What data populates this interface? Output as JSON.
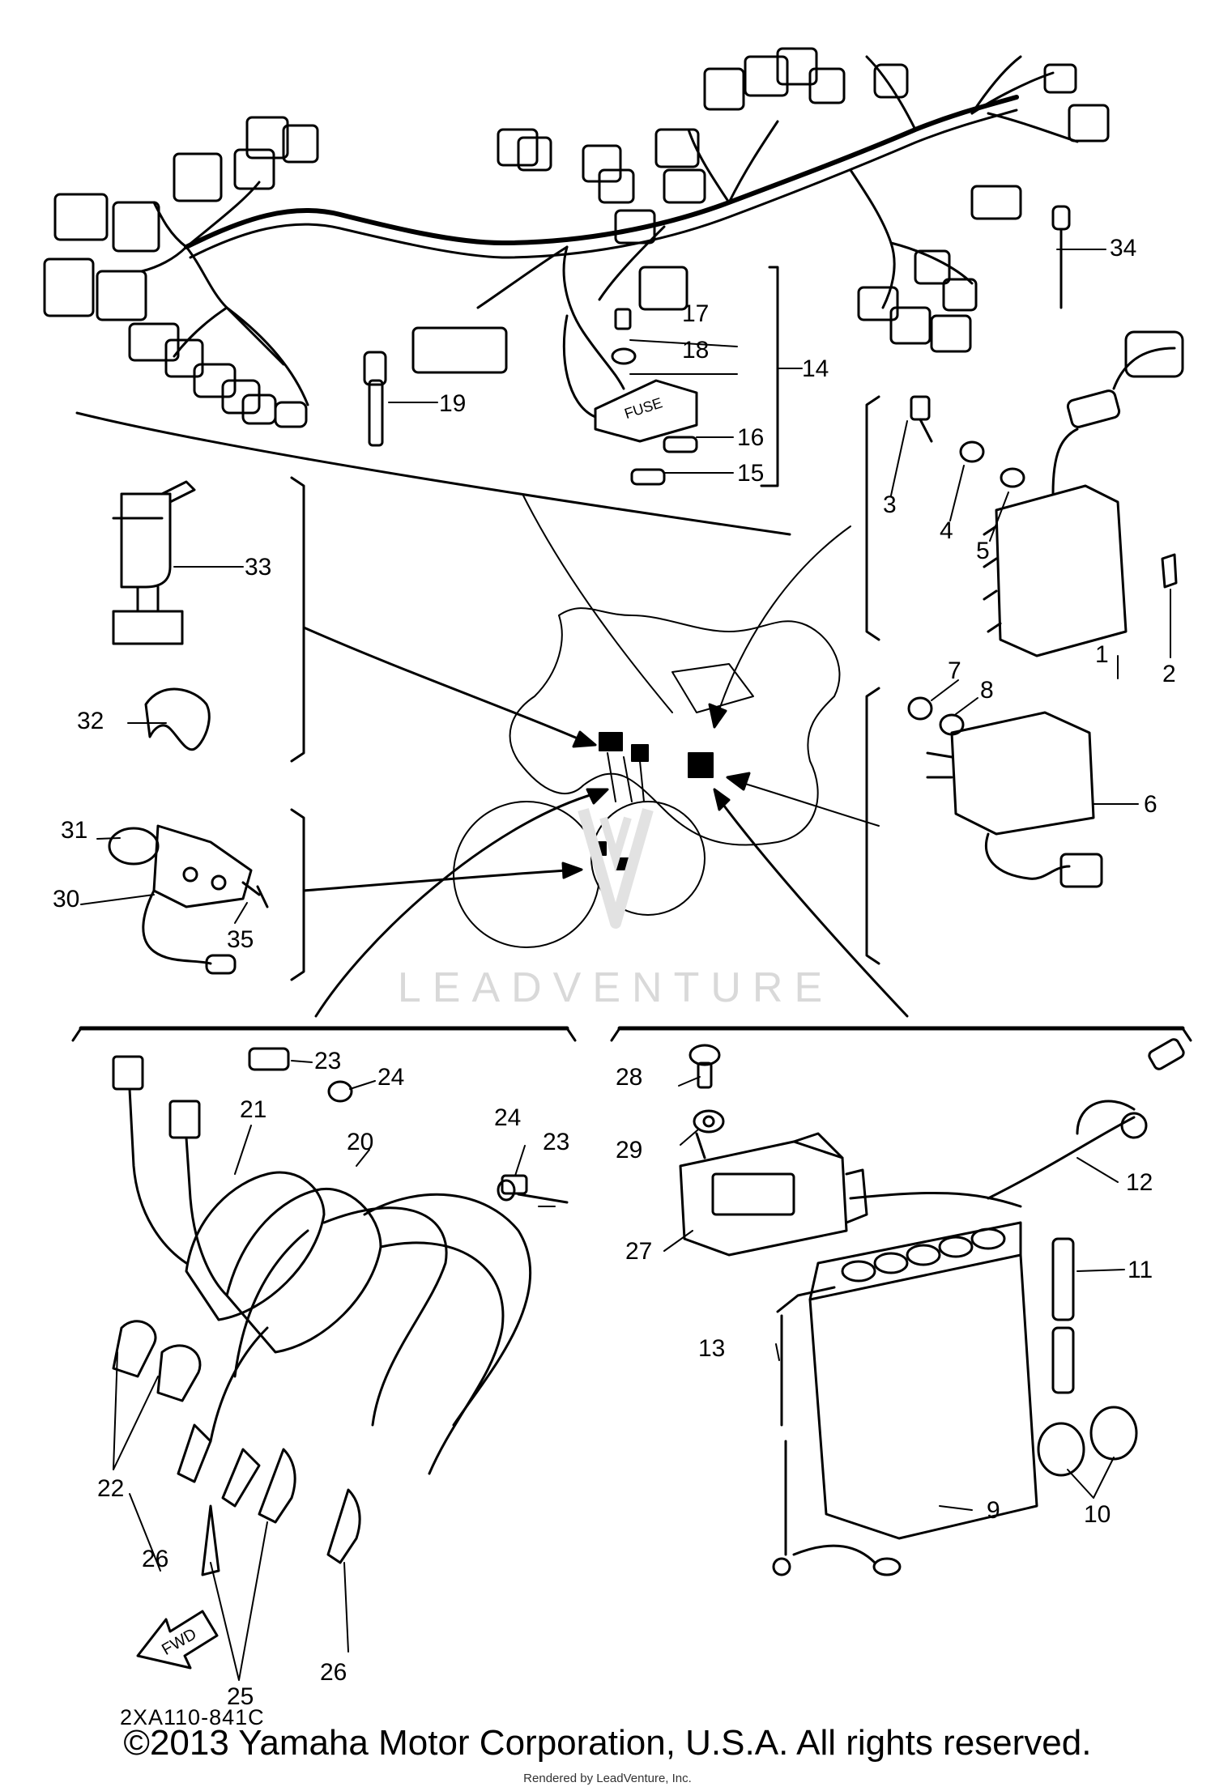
{
  "callouts": [
    "1",
    "2",
    "3",
    "4",
    "5",
    "6",
    "7",
    "8",
    "9",
    "10",
    "11",
    "12",
    "13",
    "14",
    "15",
    "16",
    "17",
    "18",
    "19",
    "20",
    "21",
    "22",
    "23",
    "23",
    "24",
    "24",
    "25",
    "26",
    "26",
    "27",
    "28",
    "29",
    "30",
    "31",
    "32",
    "33",
    "34",
    "35"
  ],
  "fuse_label": "FUSE",
  "fwd_label": "FWD",
  "figure_code": "2XA110-841C",
  "watermark": "LEADVENTURE",
  "copyright": "©2013 Yamaha Motor Corporation, U.S.A. All rights reserved.",
  "rendered_by": "Rendered by LeadVenture, Inc."
}
